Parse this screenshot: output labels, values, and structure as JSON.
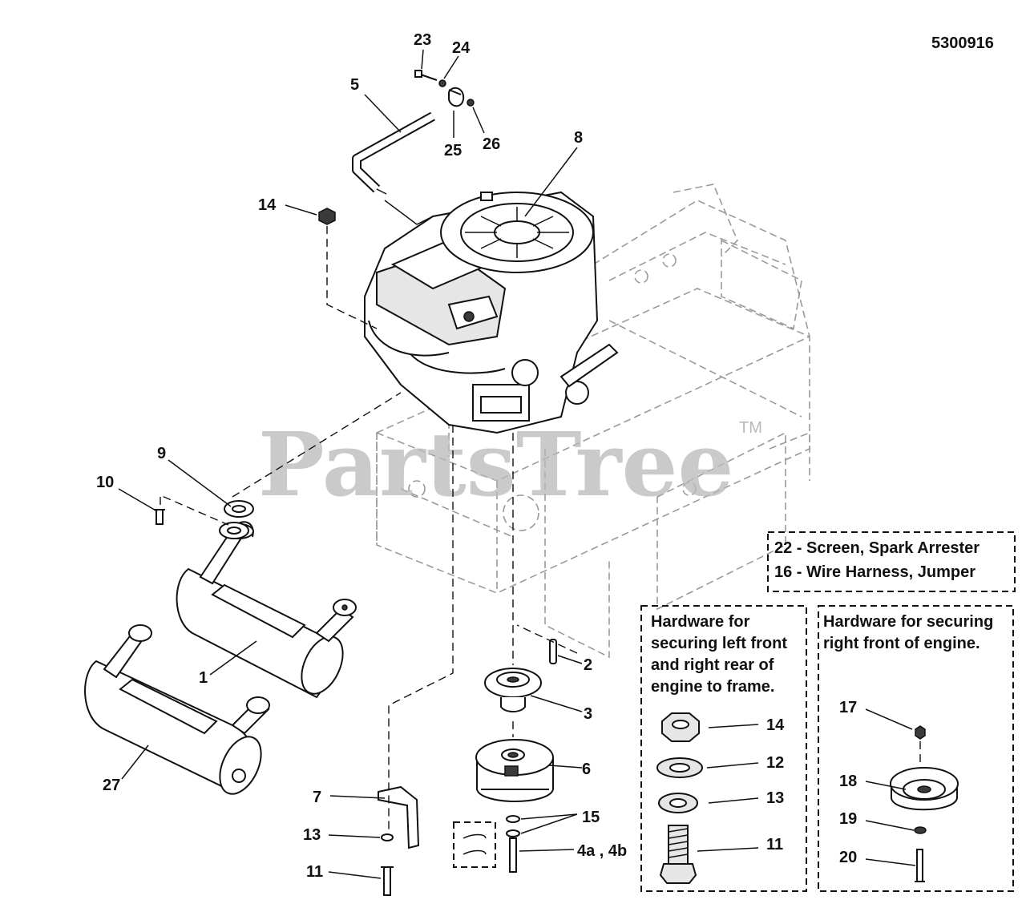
{
  "diagram": {
    "drawing_number": "5300916",
    "watermark": "PartsTree",
    "watermark_tm": "TM",
    "callouts": {
      "c1": "1",
      "c2": "2",
      "c3": "3",
      "c4": "4a , 4b",
      "c5": "5",
      "c6": "6",
      "c7": "7",
      "c8": "8",
      "c9": "9",
      "c10": "10",
      "c11": "11",
      "c13": "13",
      "c14": "14",
      "c15": "15",
      "c23": "23",
      "c24": "24",
      "c25": "25",
      "c26": "26",
      "c27": "27"
    },
    "legend": {
      "line1": "22 - Screen, Spark Arrester",
      "line2": "16 - Wire Harness, Jumper"
    },
    "left_hardware_box": {
      "title_lines": [
        "Hardware for",
        "securing left front",
        "and right rear of",
        "engine to frame."
      ],
      "callouts": [
        "14",
        "12",
        "13",
        "11"
      ]
    },
    "right_hardware_box": {
      "title_lines": [
        "Hardware for securing",
        "right front of engine."
      ],
      "callouts": [
        "17",
        "18",
        "19",
        "20"
      ]
    }
  }
}
